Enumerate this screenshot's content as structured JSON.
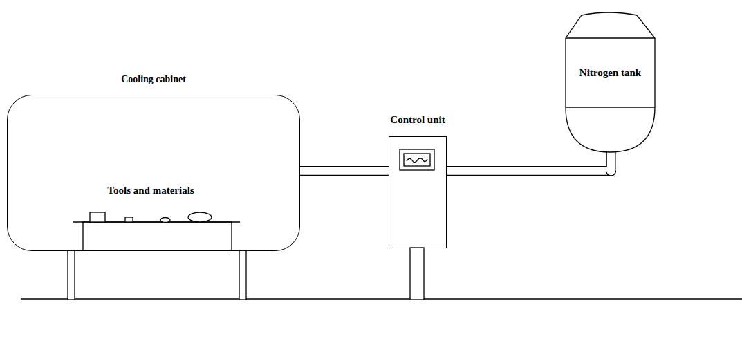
{
  "diagram": {
    "nodes": [
      {
        "text": [
          "Cooling cabinet"
        ]
      },
      {
        "text": [
          "Control unit"
        ]
      },
      {
        "text": [
          "Nitrogen tank"
        ]
      }
    ],
    "edges": [
      {
        "from": 0,
        "to": 1,
        "arrow": "none"
      },
      {
        "from": 1,
        "to": 2,
        "arrow": "none"
      }
    ],
    "labels": [
      "Tools and materials"
    ]
  }
}
